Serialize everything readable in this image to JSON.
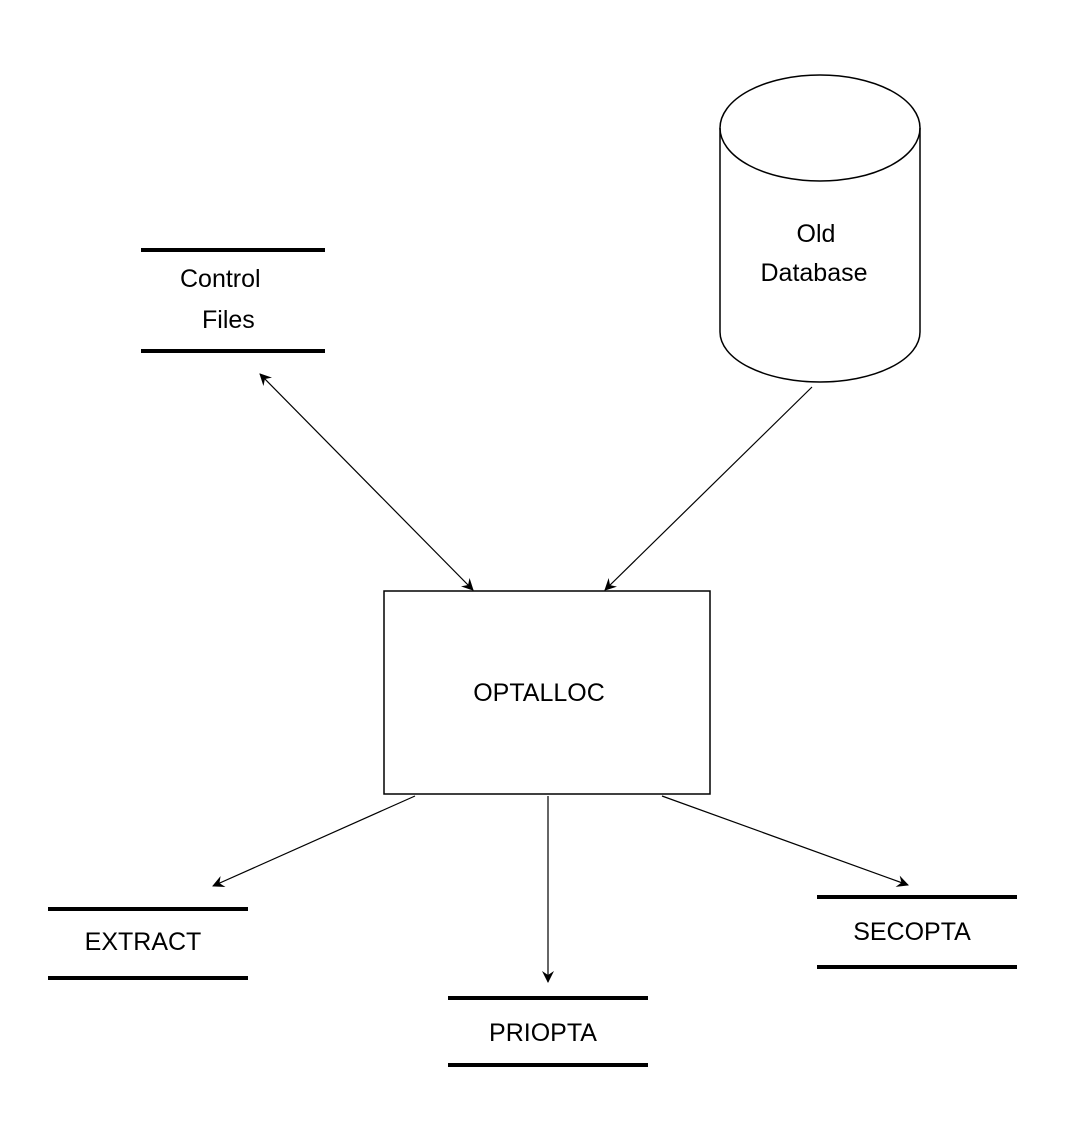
{
  "diagram": {
    "process": {
      "label": "OPTALLOC"
    },
    "control_files": {
      "line1": "Control",
      "line2": "Files"
    },
    "old_database": {
      "line1": "Old",
      "line2": "Database"
    },
    "outputs": {
      "extract": "EXTRACT",
      "priopta": "PRIOPTA",
      "secopta": "SECOPTA"
    },
    "colors": {
      "stroke": "#000000",
      "background": "#ffffff"
    }
  }
}
